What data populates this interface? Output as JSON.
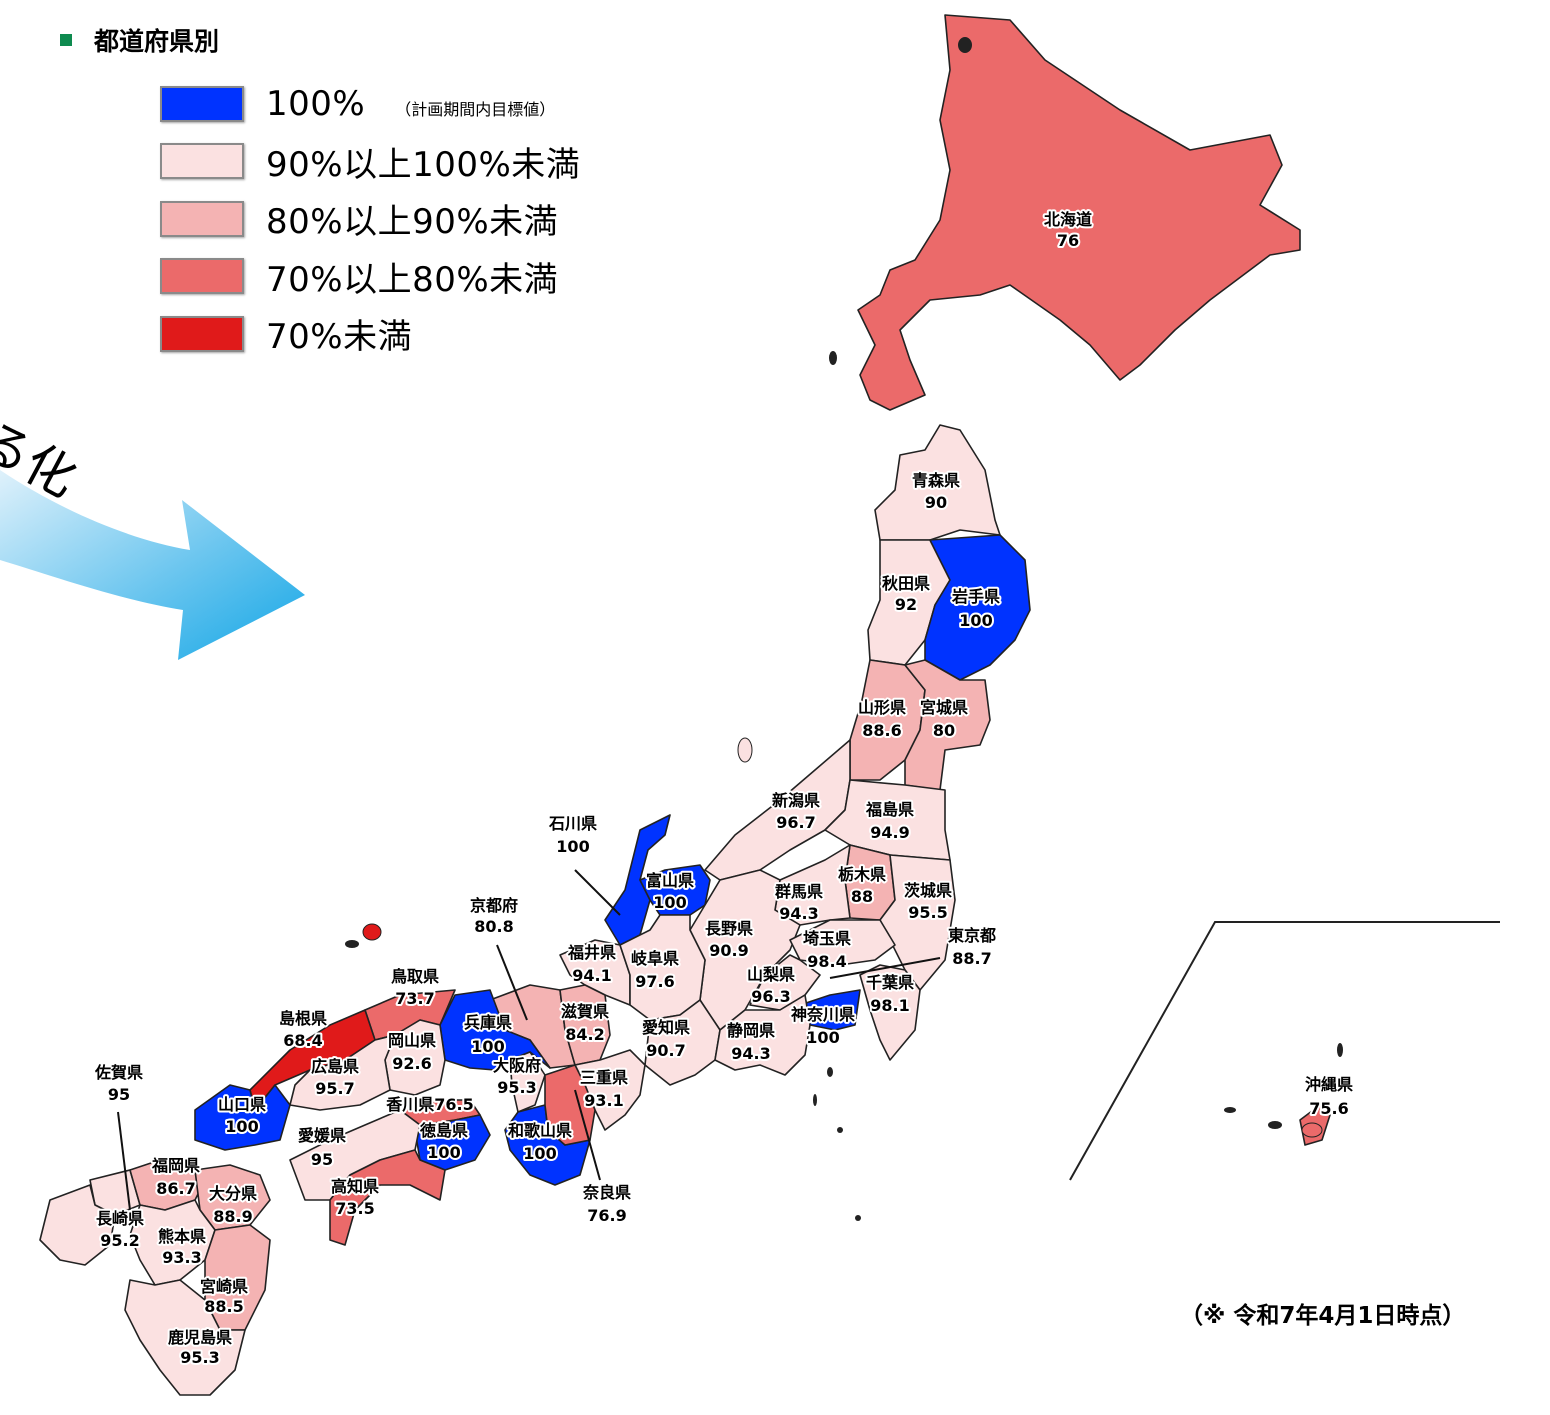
{
  "legend": {
    "title": "都道府県別",
    "items": [
      {
        "label": "100%",
        "note": "（計画期間内目標値）",
        "color": "#0033ff"
      },
      {
        "label": "90%以上100%未満",
        "note": "",
        "color": "#fbe1e1"
      },
      {
        "label": "80%以上90%未満",
        "note": "",
        "color": "#f4b3b3"
      },
      {
        "label": "70%以上80%未満",
        "note": "",
        "color": "#eb6a6a"
      },
      {
        "label": "70%未満",
        "note": "",
        "color": "#e01a1a"
      }
    ]
  },
  "arrow_text": "る化",
  "footnote": "（※ 令和7年4月1日時点）",
  "chart_data": {
    "type": "choropleth",
    "regions": [
      {
        "name": "北海道",
        "value": "76",
        "color": "#eb6a6a"
      },
      {
        "name": "青森県",
        "value": "90",
        "color": "#fbe1e1"
      },
      {
        "name": "秋田県",
        "value": "92",
        "color": "#fbe1e1"
      },
      {
        "name": "岩手県",
        "value": "100",
        "color": "#0033ff"
      },
      {
        "name": "山形県",
        "value": "88.6",
        "color": "#f4b3b3"
      },
      {
        "name": "宮城県",
        "value": "80",
        "color": "#f4b3b3"
      },
      {
        "name": "新潟県",
        "value": "96.7",
        "color": "#fbe1e1"
      },
      {
        "name": "福島県",
        "value": "94.9",
        "color": "#fbe1e1"
      },
      {
        "name": "石川県",
        "value": "100",
        "color": "#0033ff"
      },
      {
        "name": "富山県",
        "value": "100",
        "color": "#0033ff"
      },
      {
        "name": "栃木県",
        "value": "88",
        "color": "#f4b3b3"
      },
      {
        "name": "群馬県",
        "value": "94.3",
        "color": "#fbe1e1"
      },
      {
        "name": "茨城県",
        "value": "95.5",
        "color": "#fbe1e1"
      },
      {
        "name": "京都府",
        "value": "80.8",
        "color": "#f4b3b3"
      },
      {
        "name": "長野県",
        "value": "90.9",
        "color": "#fbe1e1"
      },
      {
        "name": "埼玉県",
        "value": "98.4",
        "color": "#fbe1e1"
      },
      {
        "name": "東京都",
        "value": "88.7",
        "color": "#f4b3b3"
      },
      {
        "name": "福井県",
        "value": "94.1",
        "color": "#fbe1e1"
      },
      {
        "name": "岐阜県",
        "value": "97.6",
        "color": "#fbe1e1"
      },
      {
        "name": "山梨県",
        "value": "96.3",
        "color": "#fbe1e1"
      },
      {
        "name": "千葉県",
        "value": "98.1",
        "color": "#fbe1e1"
      },
      {
        "name": "鳥取県",
        "value": "73.7",
        "color": "#eb6a6a"
      },
      {
        "name": "滋賀県",
        "value": "84.2",
        "color": "#f4b3b3"
      },
      {
        "name": "神奈川県",
        "value": "100",
        "color": "#0033ff"
      },
      {
        "name": "島根県",
        "value": "68.4",
        "color": "#e01a1a"
      },
      {
        "name": "兵庫県",
        "value": "100",
        "color": "#0033ff"
      },
      {
        "name": "愛知県",
        "value": "90.7",
        "color": "#fbe1e1"
      },
      {
        "name": "静岡県",
        "value": "94.3",
        "color": "#fbe1e1"
      },
      {
        "name": "岡山県",
        "value": "92.6",
        "color": "#fbe1e1"
      },
      {
        "name": "大阪府",
        "value": "95.3",
        "color": "#fbe1e1"
      },
      {
        "name": "広島県",
        "value": "95.7",
        "color": "#fbe1e1"
      },
      {
        "name": "佐賀県",
        "value": "95",
        "color": "#fbe1e1"
      },
      {
        "name": "三重県",
        "value": "93.1",
        "color": "#fbe1e1"
      },
      {
        "name": "香川県",
        "value": "76.5",
        "color": "#eb6a6a"
      },
      {
        "name": "山口県",
        "value": "100",
        "color": "#0033ff"
      },
      {
        "name": "徳島県",
        "value": "100",
        "color": "#0033ff"
      },
      {
        "name": "和歌山県",
        "value": "100",
        "color": "#0033ff"
      },
      {
        "name": "愛媛県",
        "value": "95",
        "color": "#fbe1e1"
      },
      {
        "name": "沖縄県",
        "value": "75.6",
        "color": "#eb6a6a"
      },
      {
        "name": "福岡県",
        "value": "86.7",
        "color": "#f4b3b3"
      },
      {
        "name": "大分県",
        "value": "88.9",
        "color": "#f4b3b3"
      },
      {
        "name": "高知県",
        "value": "73.5",
        "color": "#eb6a6a"
      },
      {
        "name": "奈良県",
        "value": "76.9",
        "color": "#eb6a6a"
      },
      {
        "name": "長崎県",
        "value": "95.2",
        "color": "#fbe1e1"
      },
      {
        "name": "熊本県",
        "value": "93.3",
        "color": "#fbe1e1"
      },
      {
        "name": "宮崎県",
        "value": "88.5",
        "color": "#f4b3b3"
      },
      {
        "name": "鹿児島県",
        "value": "95.3",
        "color": "#fbe1e1"
      }
    ]
  }
}
